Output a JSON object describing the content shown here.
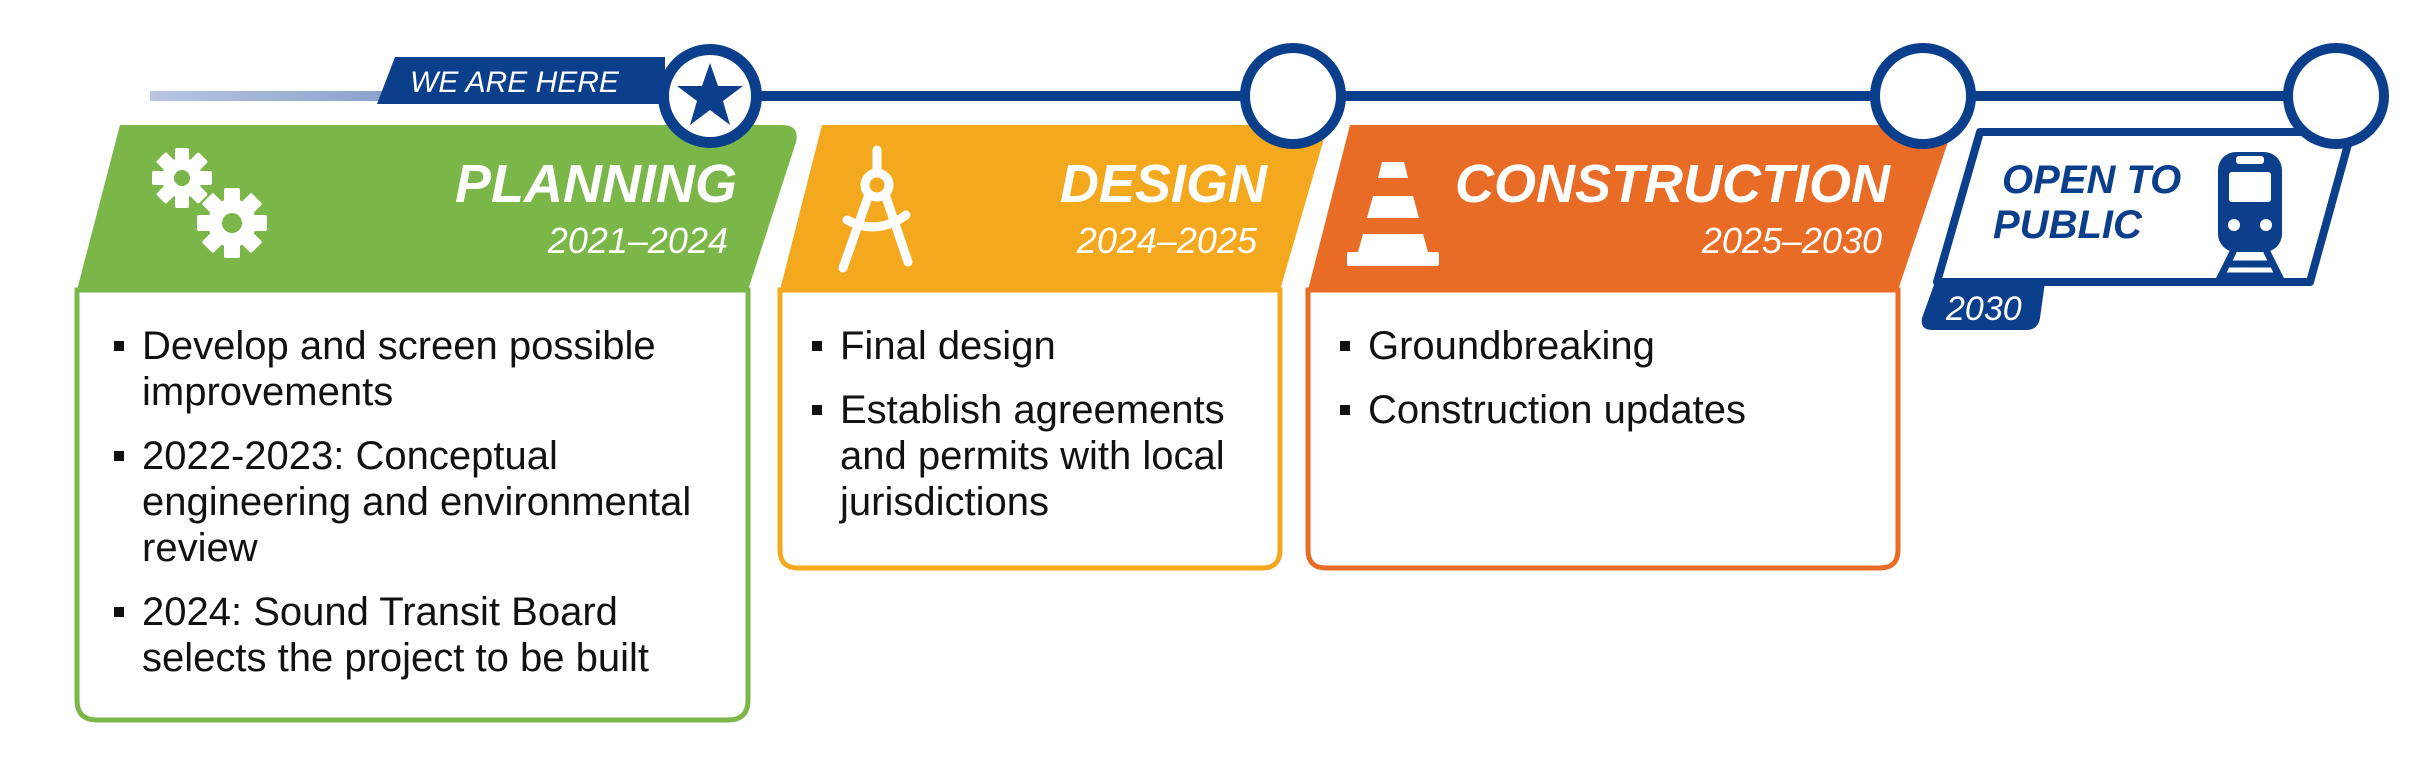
{
  "marker": {
    "label": "WE ARE HERE"
  },
  "phases": [
    {
      "id": "planning",
      "title": "PLANNING",
      "years": "2021–2024",
      "color": "#7ab648",
      "icon": "gears-icon",
      "items": [
        "Develop and screen possible improvements",
        "2022-2023: Conceptual engineering and environmental review",
        "2024: Sound Transit Board selects the project to be built"
      ]
    },
    {
      "id": "design",
      "title": "DESIGN",
      "years": "2024–2025",
      "color": "#f4a81d",
      "icon": "compass-icon",
      "items": [
        "Final design",
        "Establish agreements and permits with local jurisdictions"
      ]
    },
    {
      "id": "construction",
      "title": "CONSTRUCTION",
      "years": "2025–2030",
      "color": "#e86c25",
      "icon": "traffic-cone-icon",
      "items": [
        "Groundbreaking",
        "Construction updates"
      ]
    }
  ],
  "final": {
    "title_line1": "OPEN TO",
    "title_line2": "PUBLIC",
    "year": "2030",
    "color": "#0b3f8c",
    "icon": "train-icon"
  }
}
